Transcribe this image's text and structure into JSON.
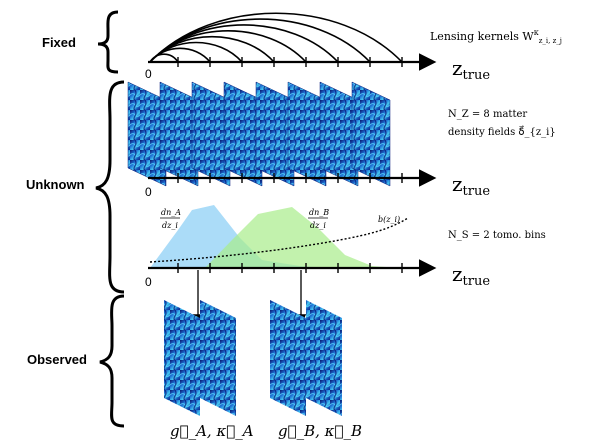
{
  "sections": {
    "fixed": "Fixed",
    "unknown": "Unknown",
    "observed": "Observed"
  },
  "zero_label": "0",
  "axis_label": {
    "main": "z",
    "sub": "true"
  },
  "lensing": {
    "text": "Lensing kernels W",
    "sup": "κ",
    "sub": "z_i, z_j"
  },
  "matter": {
    "line1": "N_Z = 8 matter",
    "line2": "density fields δ⃗_{z_i}",
    "num_fields": 8
  },
  "tomo": {
    "text": "N_S = 2 tomo. bins",
    "dnA_num": "dn_A",
    "dnB_num": "dn_B",
    "den": "dz_i",
    "bias": "b(z_i)"
  },
  "observed": {
    "A_label": "g⃗_A, κ⃗_A",
    "B_label": "g⃗_B, κ⃗_B"
  },
  "colors": {
    "axis": "#000000",
    "field_dark": "#0a1a6e",
    "field_mid": "#1f6fd6",
    "field_light": "#45c8f0",
    "bin_A": "#8fd0f5",
    "bin_B": "#a8ec8a"
  }
}
